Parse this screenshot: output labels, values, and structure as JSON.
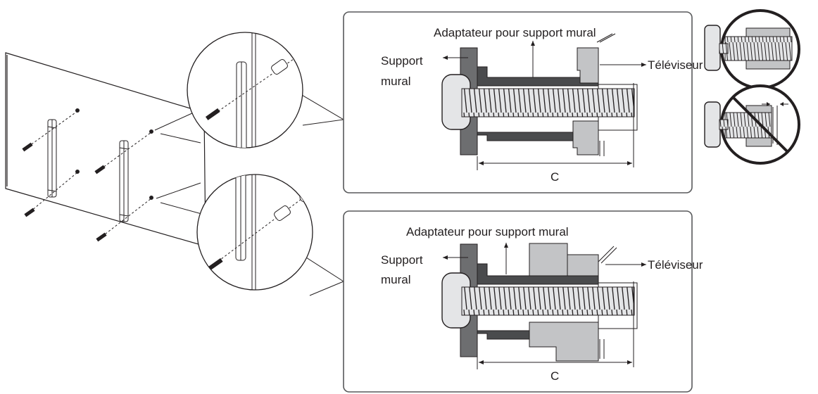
{
  "panel_top": {
    "adapter_label": "Adaptateur pour support mural",
    "support_line1": "Support",
    "support_line2": "mural",
    "tv_label": "Téléviseur",
    "dimension_label": "C"
  },
  "panel_bottom": {
    "adapter_label": "Adaptateur pour support mural",
    "support_line1": "Support",
    "support_line2": "mural",
    "tv_label": "Téléviseur",
    "dimension_label": "C"
  },
  "colors": {
    "line": "#231f20",
    "frame": "#58595b",
    "wall": "#6d6e70",
    "adapter": "#4a4b4d",
    "tv_part": "#c3c4c6",
    "bolt_fill": "#e4e5e7",
    "thread": "#8a8b8d"
  },
  "icons": {
    "correct_example": "screw-fully-threaded-icon",
    "incorrect_example": "screw-gap-prohibited-icon"
  }
}
